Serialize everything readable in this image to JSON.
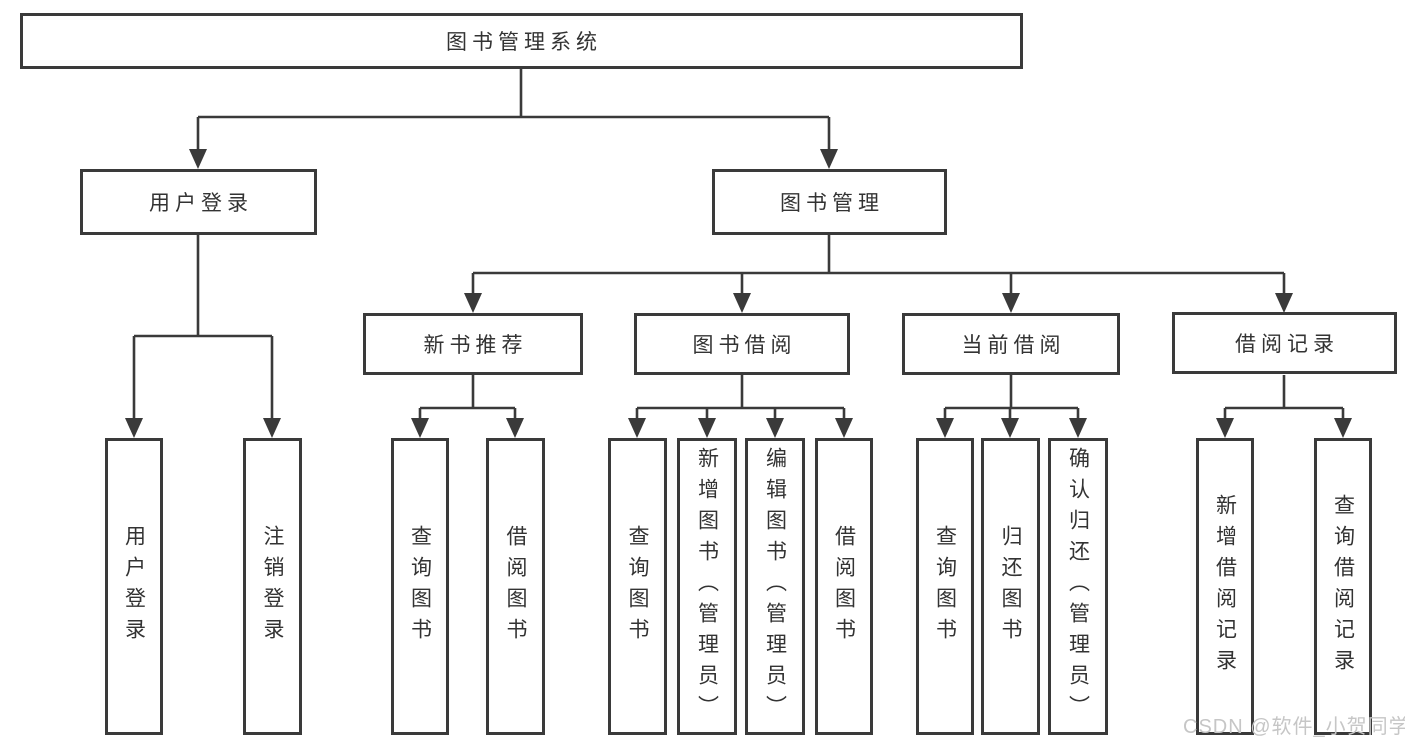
{
  "root": {
    "label": "图书管理系统"
  },
  "level2": [
    {
      "label": "用户登录"
    },
    {
      "label": "图书管理"
    }
  ],
  "level3": [
    {
      "label": "新书推荐",
      "parent": "图书管理"
    },
    {
      "label": "图书借阅",
      "parent": "图书管理"
    },
    {
      "label": "当前借阅",
      "parent": "图书管理"
    },
    {
      "label": "借阅记录",
      "parent": "图书管理"
    }
  ],
  "leaves": [
    {
      "label": "用户登录",
      "parent": "用户登录"
    },
    {
      "label": "注销登录",
      "parent": "用户登录"
    },
    {
      "label": "查询图书",
      "parent": "新书推荐"
    },
    {
      "label": "借阅图书",
      "parent": "新书推荐"
    },
    {
      "label": "查询图书",
      "parent": "图书借阅"
    },
    {
      "label": "新增图书（管理员）",
      "parent": "图书借阅"
    },
    {
      "label": "编辑图书（管理员）",
      "parent": "图书借阅"
    },
    {
      "label": "借阅图书",
      "parent": "图书借阅"
    },
    {
      "label": "查询图书",
      "parent": "当前借阅"
    },
    {
      "label": "归还图书",
      "parent": "当前借阅"
    },
    {
      "label": "确认归还（管理员）",
      "parent": "当前借阅"
    },
    {
      "label": "新增借阅记录",
      "parent": "借阅记录"
    },
    {
      "label": "查询借阅记录",
      "parent": "借阅记录"
    }
  ],
  "watermark": {
    "text": "CSDN @软件_小贺同学"
  },
  "colors": {
    "line": "#3a3a3a",
    "text": "#333333",
    "watermark": "#c6c6c6",
    "background": "#ffffff"
  }
}
